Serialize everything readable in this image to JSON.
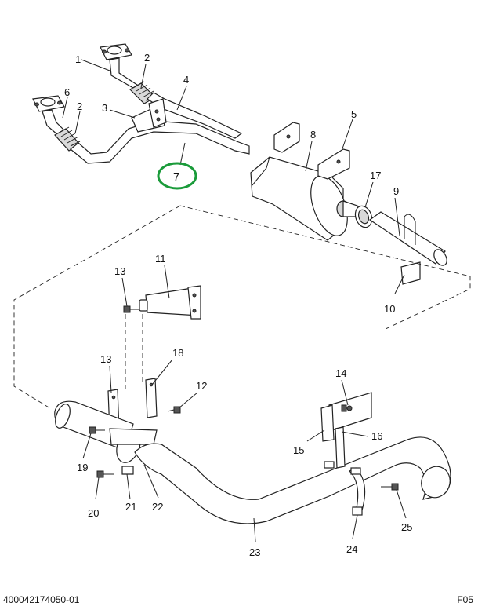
{
  "callouts": [
    {
      "n": "1"
    },
    {
      "n": "2"
    },
    {
      "n": "3"
    },
    {
      "n": "4"
    },
    {
      "n": "5"
    },
    {
      "n": "6"
    },
    {
      "n": "2"
    },
    {
      "n": "7"
    },
    {
      "n": "8"
    },
    {
      "n": "9"
    },
    {
      "n": "17"
    },
    {
      "n": "10"
    },
    {
      "n": "11"
    },
    {
      "n": "13"
    },
    {
      "n": "13"
    },
    {
      "n": "18"
    },
    {
      "n": "12"
    },
    {
      "n": "14"
    },
    {
      "n": "15"
    },
    {
      "n": "16"
    },
    {
      "n": "19"
    },
    {
      "n": "20"
    },
    {
      "n": "21"
    },
    {
      "n": "22"
    },
    {
      "n": "23"
    },
    {
      "n": "24"
    },
    {
      "n": "25"
    }
  ],
  "footer": {
    "doc_id": "400042174050-01",
    "sheet": "F05"
  },
  "highlight_color": "#1a9b3a"
}
